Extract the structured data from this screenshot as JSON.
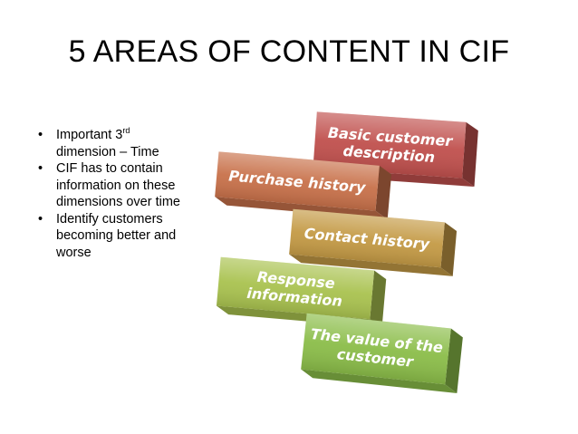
{
  "slide": {
    "title": "5 AREAS OF CONTENT IN CIF"
  },
  "bullets": [
    {
      "text_before": "Important 3",
      "sup": "rd",
      "text_after": " dimension – Time"
    },
    {
      "text": "CIF has to contain information on these dimensions over time"
    },
    {
      "text": "Identify customers becoming better and worse"
    }
  ],
  "diagram": {
    "boxes": [
      {
        "lines": [
          "Basic customer",
          "description"
        ],
        "color": "#c0504d"
      },
      {
        "lines": [
          "Purchase history"
        ],
        "color": "#c8714a"
      },
      {
        "lines": [
          "Contact history"
        ],
        "color": "#c49a45"
      },
      {
        "lines": [
          "Response",
          "information"
        ],
        "color": "#a9c24f"
      },
      {
        "lines": [
          "The value of the",
          "customer"
        ],
        "color": "#8bbd49"
      }
    ]
  }
}
